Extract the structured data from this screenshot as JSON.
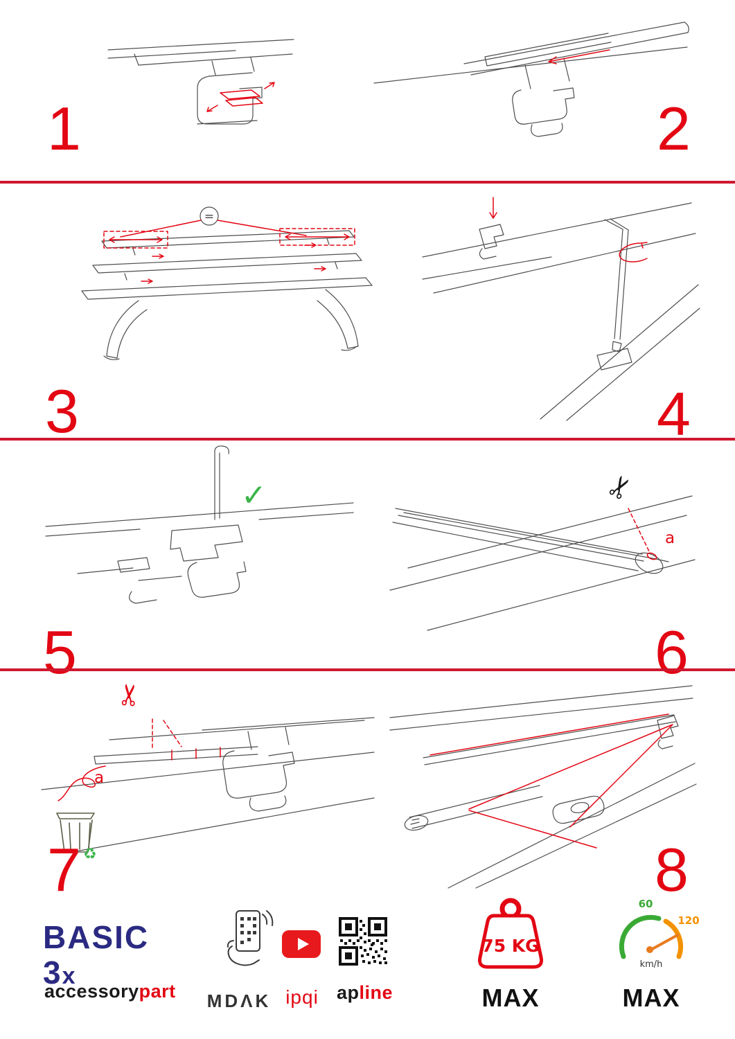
{
  "steps": [
    {
      "number": "1"
    },
    {
      "number": "2"
    },
    {
      "number": "3"
    },
    {
      "number": "4"
    },
    {
      "number": "5"
    },
    {
      "number": "6"
    },
    {
      "number": "7"
    },
    {
      "number": "8"
    }
  ],
  "annotations": {
    "equal": "=",
    "check": "✓",
    "scissors": "✂",
    "label_a": "a",
    "recycle": "♻"
  },
  "footer": {
    "product_main": "BASIC 3",
    "product_suffix": "x",
    "brand_black": "accessory",
    "brand_red": "part",
    "mdak": "MDΛK",
    "ipqi": "ipqi",
    "apline_black": "ap",
    "apline_red": "line",
    "weight_value": "75 KG",
    "weight_max_label": "MAX",
    "speed_low": "60",
    "speed_high": "120",
    "speed_unit": "km/h",
    "speed_max_label": "MAX"
  },
  "colors": {
    "accent_red": "#e30613",
    "divider_red": "#cf1830",
    "brand_navy": "#2b2a82",
    "check_green": "#3bb54a",
    "gauge_green": "#3aaa35",
    "gauge_orange": "#f39200",
    "line_ink": "#4d4d4d"
  }
}
